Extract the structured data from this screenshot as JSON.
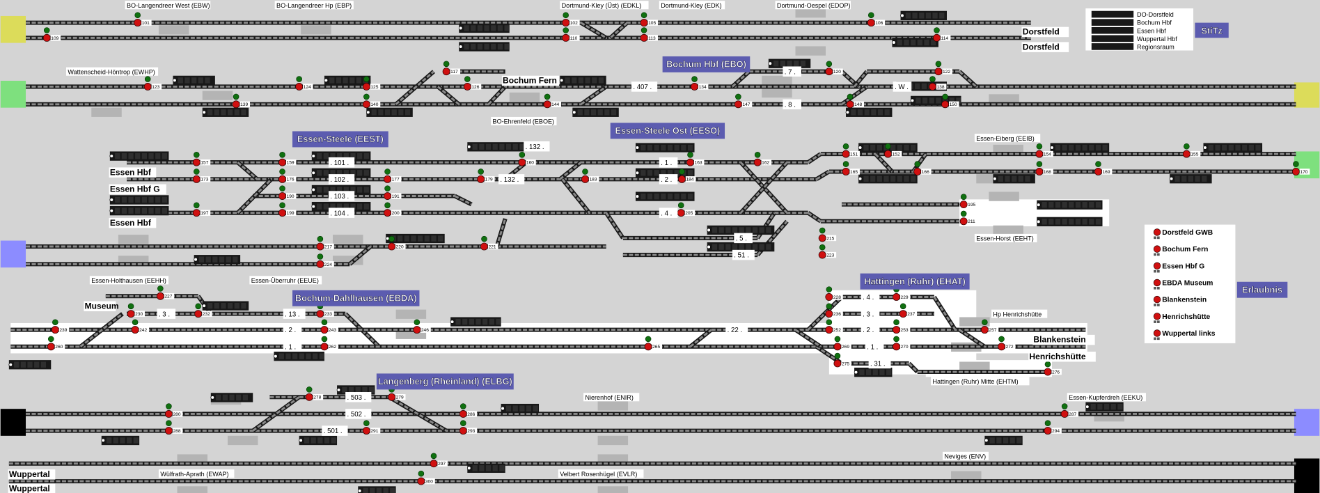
{
  "station_labels": [
    "BO-Langendreer West (EBW)",
    "BO-Langendreer Hp (EBP)",
    "Dortmund-Kley (Üst) (EDKL)",
    "Dortmund-Kley (EDK)",
    "Dortmund-Oespel (EDOP)",
    "Wattenscheid-Höntrop (EWHP)",
    "BO-Ehrenfeld (EBOE)",
    "Essen-Eiberg (EEIB)",
    "Essen-Horst (EEHT)",
    "Essen-Holthausen (EEHH)",
    "Essen-Überruhr (EEUE)",
    "Hp Henrichshütte",
    "Hattingen (Ruhr) Mitte (EHTM)",
    "Nierenhof (ENIR)",
    "Essen-Kupferdreh (EEKU)",
    "Neviges (ENV)",
    "Wülfrath-Aprath (EWAP)",
    "Velbert Rosenhügel (EVLR)"
  ],
  "endpoint_labels": [
    "Dorstfeld",
    "Dorstfeld",
    "Bochum Fern",
    "Essen Hbf",
    "Essen Hbf G",
    "Essen Hbf",
    "Museum",
    "Blankenstein",
    "Henrichshütte",
    "Wuppertal",
    "Wuppertal"
  ],
  "section_headers": [
    "Bochum Hbf (EBO)",
    "Essen-Steele (EEST)",
    "Essen-Steele Ost (EESO)",
    "Bochum-Dahlhausen (EBDA)",
    "Hattingen (Ruhr) (EHAT)",
    "Langenberg (Rheinland) (ELBG)"
  ],
  "track_numbers": [
    ". 7 .",
    ". W .",
    ". 8 .",
    ". 407 .",
    ". 132 .",
    ". 132 .",
    ". 101 .",
    ". 102 .",
    ". 103 .",
    ". 104 .",
    ". 1 .",
    ". 2 .",
    ". 4 .",
    ". 5 .",
    ". 51 .",
    ". 3 .",
    ". 13 .",
    ". 2 .",
    ". 1 .",
    ". 22 .",
    ". 4 .",
    ". 3 .",
    ". 2 .",
    ". 1 .",
    ". 31 .",
    ". 503 .",
    ". 502 .",
    ". 501 ."
  ],
  "signals": [
    "101",
    "109",
    "102",
    "110",
    "105",
    "113",
    "106",
    "114",
    "123",
    "124",
    "125",
    "126",
    "117",
    "139",
    "140",
    "144",
    "134",
    "120",
    "122",
    "138",
    "147",
    "148",
    "150",
    "157",
    "159",
    "160",
    "162",
    "173",
    "176",
    "177",
    "179",
    "183",
    "190",
    "191",
    "197",
    "199",
    "200",
    "163",
    "184",
    "151",
    "152",
    "154",
    "155",
    "165",
    "166",
    "168",
    "169",
    "170",
    "195",
    "211",
    "205",
    "215",
    "223",
    "217",
    "220",
    "221",
    "224",
    "227",
    "230",
    "232",
    "233",
    "239",
    "242",
    "243",
    "246",
    "260",
    "262",
    "265",
    "228",
    "229",
    "236",
    "237",
    "252",
    "253",
    "257",
    "269",
    "270",
    "272",
    "275",
    "276",
    "280",
    "288",
    "278",
    "279",
    "286",
    "287",
    "291",
    "293",
    "294",
    "297",
    "300"
  ],
  "legend_top": {
    "items": [
      "DO-Dorstfeld",
      "Bochum Hbf",
      "Essen Hbf",
      "Wuppertal Hbf",
      "Regionsraum"
    ],
    "button": "StiTz"
  },
  "legend_right": {
    "items": [
      "Dorstfeld GWB",
      "Bochum Fern",
      "Essen Hbf G",
      "EBDA Museum",
      "Blankenstein",
      "Henrichshütte",
      "Wuppertal links"
    ],
    "button": "Erlaubnis"
  },
  "colors": {
    "background": "#d4d4d4",
    "track": "#1a1a1a",
    "track_segment": "#8a8a8a",
    "signal_red": "#d01010",
    "signal_green": "#107010",
    "header_blue": "#5c5cb0",
    "end_yellow": "#dcdc5a",
    "end_green": "#7ee07e",
    "end_blue": "#8c8cff",
    "end_black": "#000000"
  }
}
